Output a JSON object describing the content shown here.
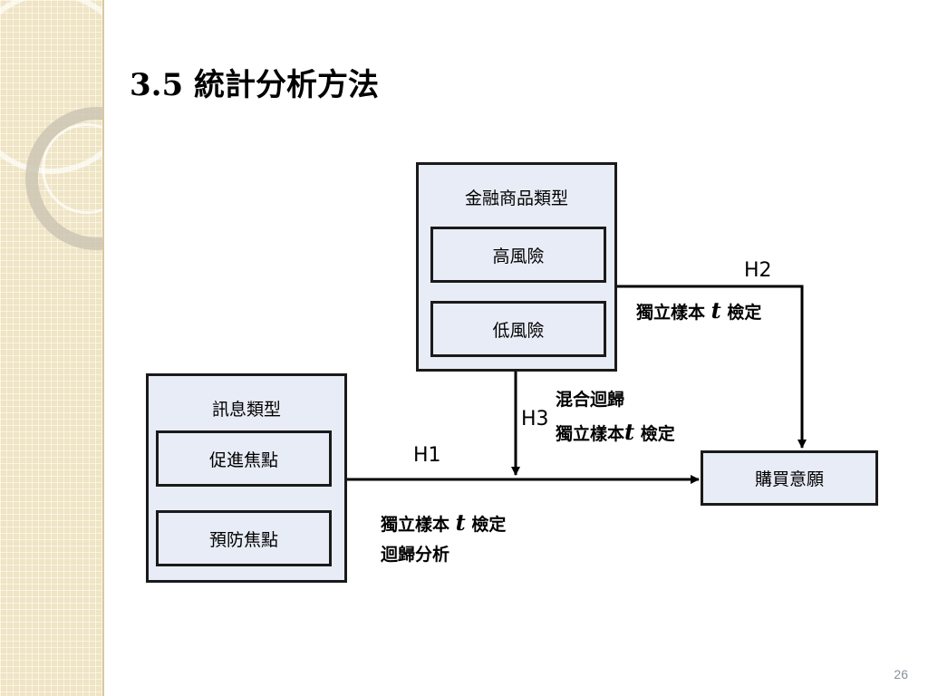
{
  "title": "3.5 統計分析方法",
  "page_number": "26",
  "boxes": {
    "financial": {
      "heading": "金融商品類型",
      "items": [
        "高風險",
        "低風險"
      ]
    },
    "message": {
      "heading": "訊息類型",
      "items": [
        "促進焦點",
        "預防焦點"
      ]
    },
    "outcome": {
      "label": "購買意願"
    }
  },
  "hypotheses": {
    "h1": {
      "label": "H1",
      "method_prefix": "獨立樣本",
      "method_t": "t",
      "method_suffix": "檢定",
      "method_line2": "迴歸分析"
    },
    "h2": {
      "label": "H2",
      "method_prefix": "獨立樣本",
      "method_t": "t",
      "method_suffix": "檢定"
    },
    "h3": {
      "label": "H3",
      "method_line1": "混合迴歸",
      "method_prefix": "獨立樣本",
      "method_t": "t",
      "method_suffix": "檢定"
    }
  }
}
